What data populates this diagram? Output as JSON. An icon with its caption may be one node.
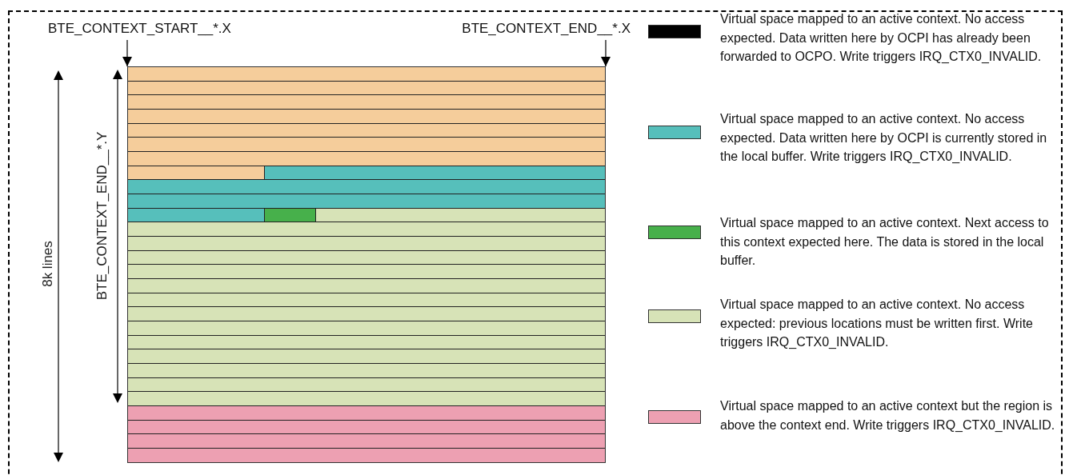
{
  "diagram": {
    "nodes": [
      {
        "text": [
          "BTE_CONTEXT_START__*.X"
        ]
      },
      {
        "text": [
          "BTE_CONTEXT_END__*.X"
        ]
      },
      {
        "text": [],
        "shape": "box"
      }
    ],
    "edges": [
      {
        "from": 0,
        "to": 2,
        "arrow": "to"
      },
      {
        "from": 1,
        "to": 2,
        "arrow": "to"
      }
    ],
    "labels": [
      "8k lines",
      "BTE_CONTEXT_END__*.Y"
    ],
    "legend": [
      {
        "text": "Virtual space mapped to an active context. No access expected. Data written here by OCPI has already been forwarded to OCPO. Write triggers IRQ_CTX0_INVALID.",
        "color": "#000000"
      },
      {
        "text": "Virtual space mapped to an active context. No access expected. Data written here by OCPI is currently stored in the local buffer. Write triggers IRQ_CTX0_INVALID.",
        "color": "#56bfbb"
      },
      {
        "text": "Virtual space mapped to an active context. Next access to this context expected here. The data is stored in the local buffer.",
        "color": "#47b04b"
      },
      {
        "text": "Virtual space mapped to an active context. No access expected: previous locations must be written first. Write triggers IRQ_CTX0_INVALID.",
        "color": "#d7e3b7"
      },
      {
        "text": "Virtual space mapped to an active context but the region is above the context end. Write triggers IRQ_CTX0_INVALID.",
        "color": "#eda0b2"
      }
    ]
  }
}
